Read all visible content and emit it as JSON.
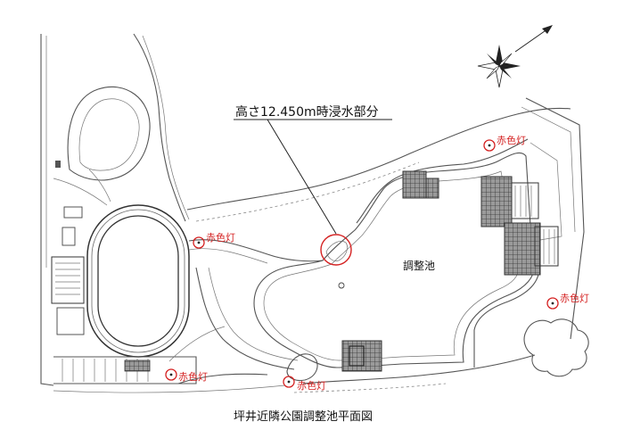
{
  "title": "坪井近隣公園調整池平面図",
  "callout": "高さ12.450m時浸水部分",
  "pond_label": "調整池",
  "lamps": [
    {
      "label": "赤色灯"
    },
    {
      "label": "赤色灯"
    },
    {
      "label": "赤色灯"
    },
    {
      "label": "赤色灯"
    },
    {
      "label": "赤色灯"
    }
  ],
  "colors": {
    "lamp": "#d42020",
    "line": "#555555"
  },
  "icons": [
    "compass-rose-icon",
    "north-arrow-icon"
  ]
}
